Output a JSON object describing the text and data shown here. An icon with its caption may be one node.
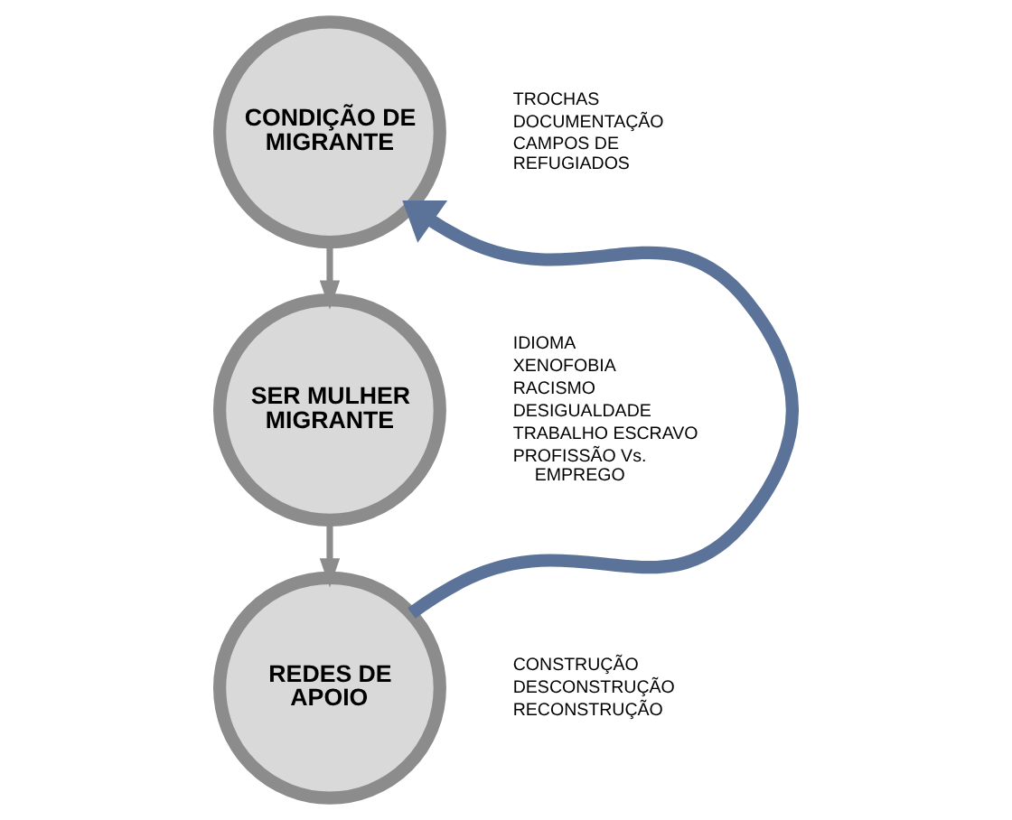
{
  "diagram": {
    "nodes": [
      {
        "text": [
          "CONDIÇÃO DE MIGRANTE"
        ],
        "beside": [
          "TROCHAS",
          "DOCUMENTAÇÃO",
          "CAMPOS DE REFUGIADOS"
        ]
      },
      {
        "text": [
          "SER MULHER MIGRANTE"
        ],
        "beside": [
          "IDIOMA",
          "XENOFOBIA",
          "RACISMO",
          "DESIGUALDADE",
          "TRABALHO ESCRAVO",
          "PROFISSÃO Vs. EMPREGO"
        ]
      },
      {
        "text": [
          "REDES DE APOIO"
        ],
        "beside": [
          "CONSTRUÇÃO",
          "DESCONSTRUÇÃO",
          "RECONSTRUÇÃO"
        ]
      }
    ],
    "edges": [
      {
        "from": 0,
        "to": 1,
        "arrow": "to"
      },
      {
        "from": 1,
        "to": 2,
        "arrow": "to"
      },
      {
        "from": 2,
        "to": 0,
        "arrow": "to",
        "style": "thick",
        "color": "#5b7399"
      }
    ]
  }
}
